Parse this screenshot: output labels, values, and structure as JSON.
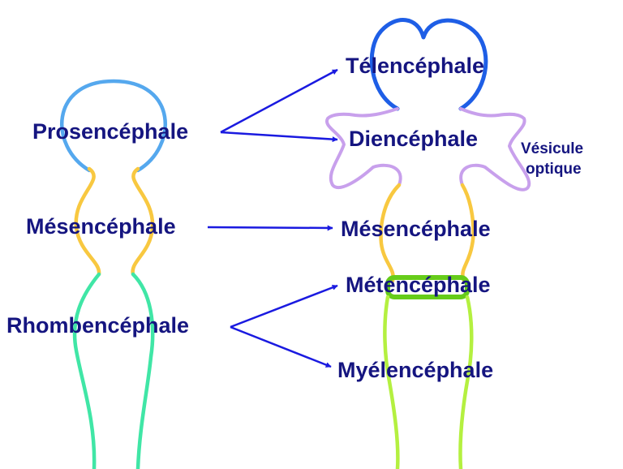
{
  "labels": {
    "prosencephale": "Prosencéphale",
    "mesencephale_left": "Mésencéphale",
    "rhombencephale": "Rhombencéphale",
    "telencephale": "Télencéphale",
    "diencephale": "Diencéphale",
    "vesicule_line1": "Vésicule",
    "vesicule_line2": "optique",
    "mesencephale_right": "Mésencéphale",
    "metencephale": "Métencéphale",
    "myelencephale": "Myélencéphale"
  },
  "colors": {
    "text": "#151580",
    "arrow": "#1a1ae0",
    "prosencephalon": "#55a8ee",
    "mesencephalon": "#f8c840",
    "rhombencephalon": "#40e6a6",
    "telencephalon": "#1e5ee6",
    "diencephalon": "#c8a0ec",
    "metencephalon": "#66cc1a",
    "myelencephalon": "#b4f040"
  }
}
